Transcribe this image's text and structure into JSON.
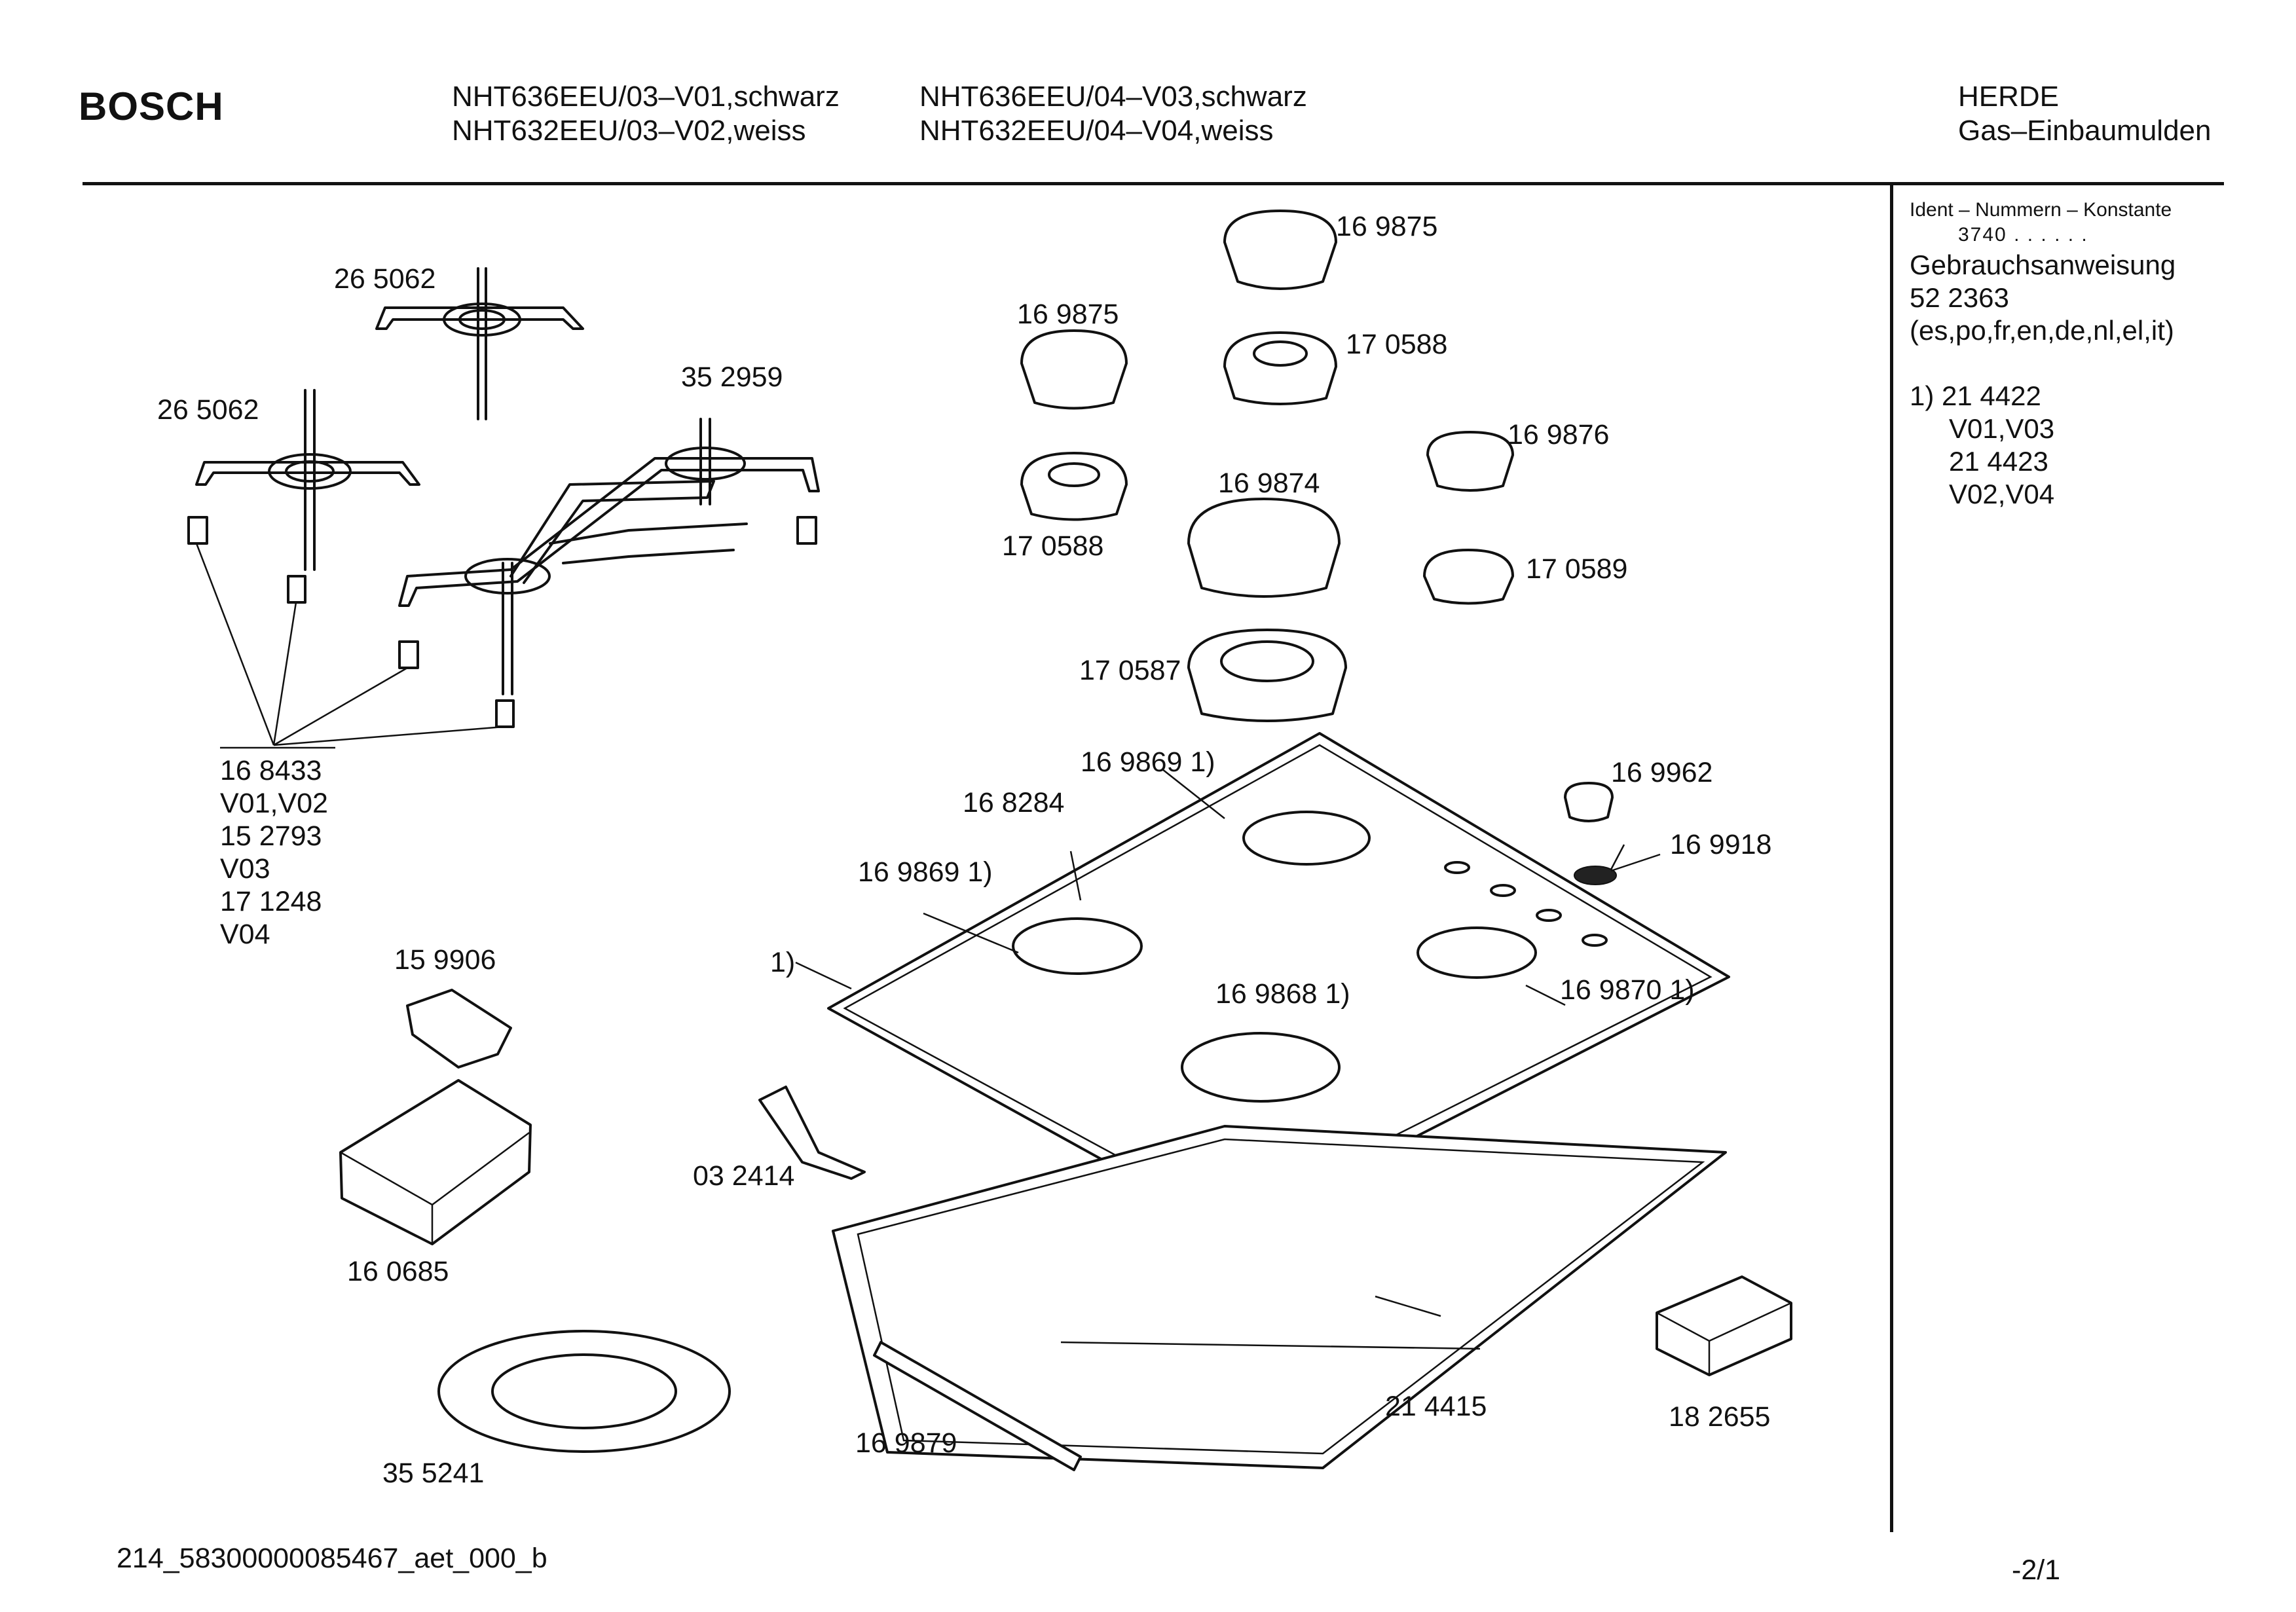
{
  "header": {
    "brand": "BOSCH",
    "model_col1": [
      "NHT636EEU/03–V01,schwarz",
      "NHT632EEU/03–V02,weiss"
    ],
    "model_col2": [
      "NHT636EEU/04–V03,schwarz",
      "NHT632EEU/04–V04,weiss"
    ],
    "category": [
      "HERDE",
      "Gas–Einbaumulden"
    ]
  },
  "side_panel": {
    "ident_title": "Ident – Nummern – Konstante",
    "ident_code": "3740 . .   . . . .",
    "manual_label": "Gebrauchsanweisung",
    "manual_number": "52 2363",
    "manual_languages": "(es,po,fr,en,de,nl,el,it)",
    "note_lines": [
      "1) 21 4422",
      "V01,V03",
      "21 4423",
      "V02,V04"
    ]
  },
  "parts": [
    "26 5062",
    "26 5062",
    "35 2959",
    "16 9875",
    "16 9875",
    "17 0588",
    "17 0588",
    "16 9876",
    "16 9874",
    "17 0589",
    "17 0587",
    "16 9869 1)",
    "16 8284",
    "16 9869 1)",
    "16 9962",
    "16 9918",
    "1)",
    "16 9868 1)",
    "16 9870 1)",
    "15 9906",
    "03 2414",
    "16 0685",
    "35 5241",
    "16 9879",
    "21 4415",
    "18 2655"
  ],
  "clip_legend": [
    "16 8433",
    "V01,V02",
    "15 2793",
    "V03",
    "17 1248",
    "V04"
  ],
  "footer": {
    "doc_id": "214_58300000085467_aet_000_b",
    "page": "-2/1"
  }
}
